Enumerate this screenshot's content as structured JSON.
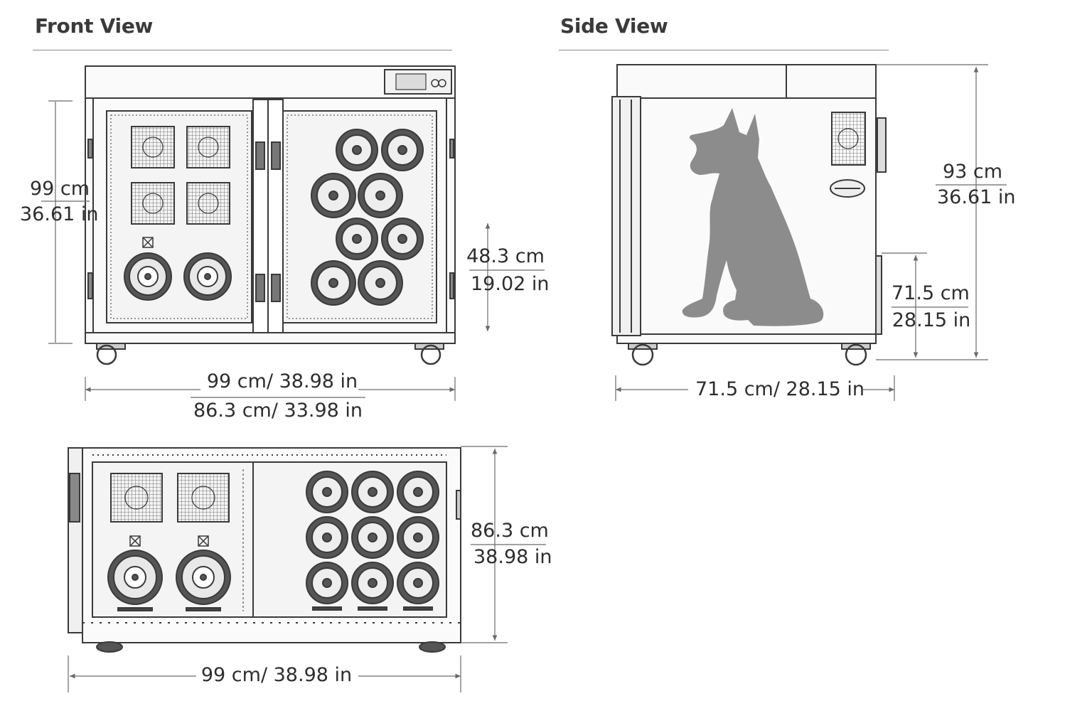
{
  "sections": {
    "front_view": "Front View",
    "side_view": "Side View"
  },
  "dimensions": {
    "front_height_cm": "99 cm",
    "front_height_in": "36.61 in",
    "front_inner_height_cm": "48.3 cm",
    "front_inner_height_in": "19.02 in",
    "front_width_outer": "99 cm/ 38.98 in",
    "front_width_inner": "86.3 cm/ 33.98 in",
    "side_height_cm": "93 cm",
    "side_height_in": "36.61 in",
    "side_lower_cm": "71.5 cm",
    "side_lower_in": "28.15 in",
    "side_depth": "71.5 cm/ 28.15 in",
    "bottom_height_cm": "86.3 cm",
    "bottom_height_in": "38.98 in",
    "bottom_width": "99 cm/ 38.98 in"
  },
  "colors": {
    "line": "#3a3a3a",
    "silhouette": "#8c8c8c",
    "panel": "#f4f4f4"
  }
}
